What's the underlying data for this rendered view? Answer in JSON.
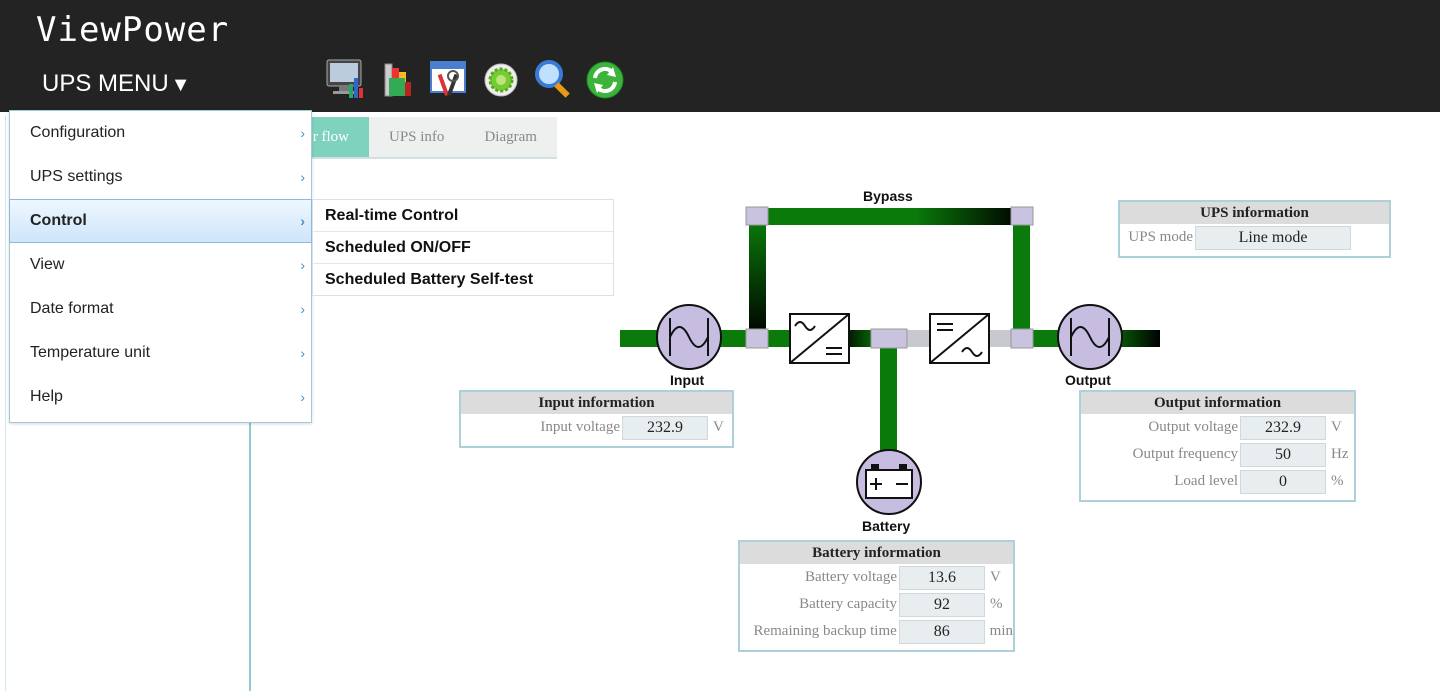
{
  "app": {
    "title": "ViewPower",
    "menu_label": "UPS MENU",
    "menu_caret": "▼"
  },
  "toolbar": {
    "icons": [
      "monitor-chart-icon",
      "books-icon",
      "window-tools-icon",
      "gear-icon",
      "magnifier-icon",
      "refresh-icon"
    ]
  },
  "tabs": [
    {
      "label": "r flow",
      "active": true
    },
    {
      "label": "UPS info",
      "active": false
    },
    {
      "label": "Diagram",
      "active": false
    }
  ],
  "menu": {
    "items": [
      {
        "label": "Configuration"
      },
      {
        "label": "UPS settings"
      },
      {
        "label": "Control",
        "highlighted": true
      },
      {
        "label": "View"
      },
      {
        "label": "Date format"
      },
      {
        "label": "Temperature unit"
      },
      {
        "label": "Help"
      }
    ],
    "chevron": "›"
  },
  "submenu": {
    "items": [
      {
        "label": "Real-time Control"
      },
      {
        "label": "Scheduled ON/OFF"
      },
      {
        "label": "Scheduled Battery Self-test"
      }
    ]
  },
  "diagram": {
    "bypass_label": "Bypass",
    "input_label": "Input",
    "output_label": "Output",
    "battery_label": "Battery",
    "colors": {
      "line_green": "#0a7a0a",
      "node_purple": "#c7bde0",
      "connector": "#c8c8d8"
    }
  },
  "ups_info": {
    "title": "UPS information",
    "mode_label": "UPS mode",
    "mode_value": "Line mode"
  },
  "input_info": {
    "title": "Input information",
    "voltage_label": "Input voltage",
    "voltage_value": "232.9",
    "voltage_unit": "V"
  },
  "output_info": {
    "title": "Output information",
    "rows": [
      {
        "label": "Output voltage",
        "value": "232.9",
        "unit": "V"
      },
      {
        "label": "Output frequency",
        "value": "50",
        "unit": "Hz"
      },
      {
        "label": "Load level",
        "value": "0",
        "unit": "%"
      }
    ]
  },
  "battery_info": {
    "title": "Battery information",
    "rows": [
      {
        "label": "Battery voltage",
        "value": "13.6",
        "unit": "V"
      },
      {
        "label": "Battery capacity",
        "value": "92",
        "unit": "%"
      },
      {
        "label": "Remaining backup time",
        "value": "86",
        "unit": "min"
      }
    ]
  }
}
